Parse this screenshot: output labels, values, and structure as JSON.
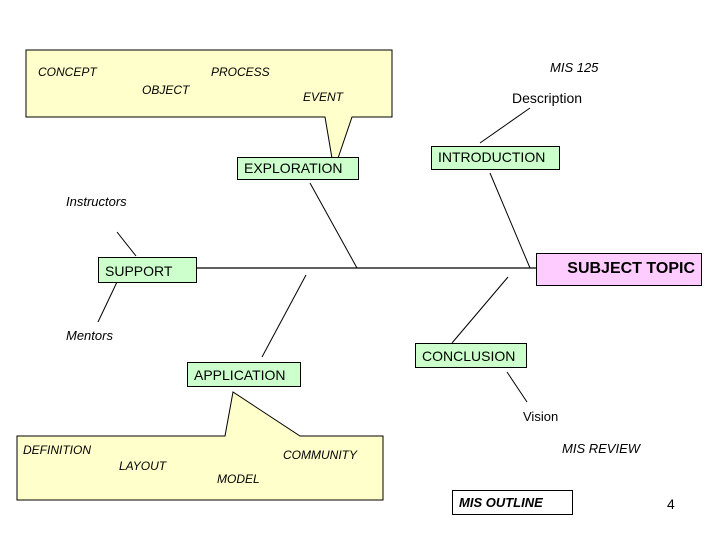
{
  "header": {
    "course": "MIS 125"
  },
  "callout_top": {
    "concept": "CONCEPT",
    "process": "PROCESS",
    "object": "OBJECT",
    "event": "EVENT"
  },
  "callout_bottom": {
    "definition": "DEFINITION",
    "layout": "LAYOUT",
    "community": "COMMUNITY",
    "model": "MODEL"
  },
  "nodes": {
    "exploration": "EXPLORATION",
    "introduction": "INTRODUCTION",
    "support": "SUPPORT",
    "subject_topic": "SUBJECT TOPIC",
    "conclusion": "CONCLUSION",
    "application": "APPLICATION",
    "mis_outline": "MIS OUTLINE"
  },
  "labels": {
    "description": "Description",
    "instructors": "Instructors",
    "mentors": "Mentors",
    "vision": "Vision",
    "mis_review": "MIS REVIEW"
  },
  "footer": {
    "page_number": "4"
  },
  "colors": {
    "callout_fill": "#ffffcc",
    "node_green": "#ccffcc",
    "node_pink": "#ffccff",
    "line": "#000000"
  }
}
